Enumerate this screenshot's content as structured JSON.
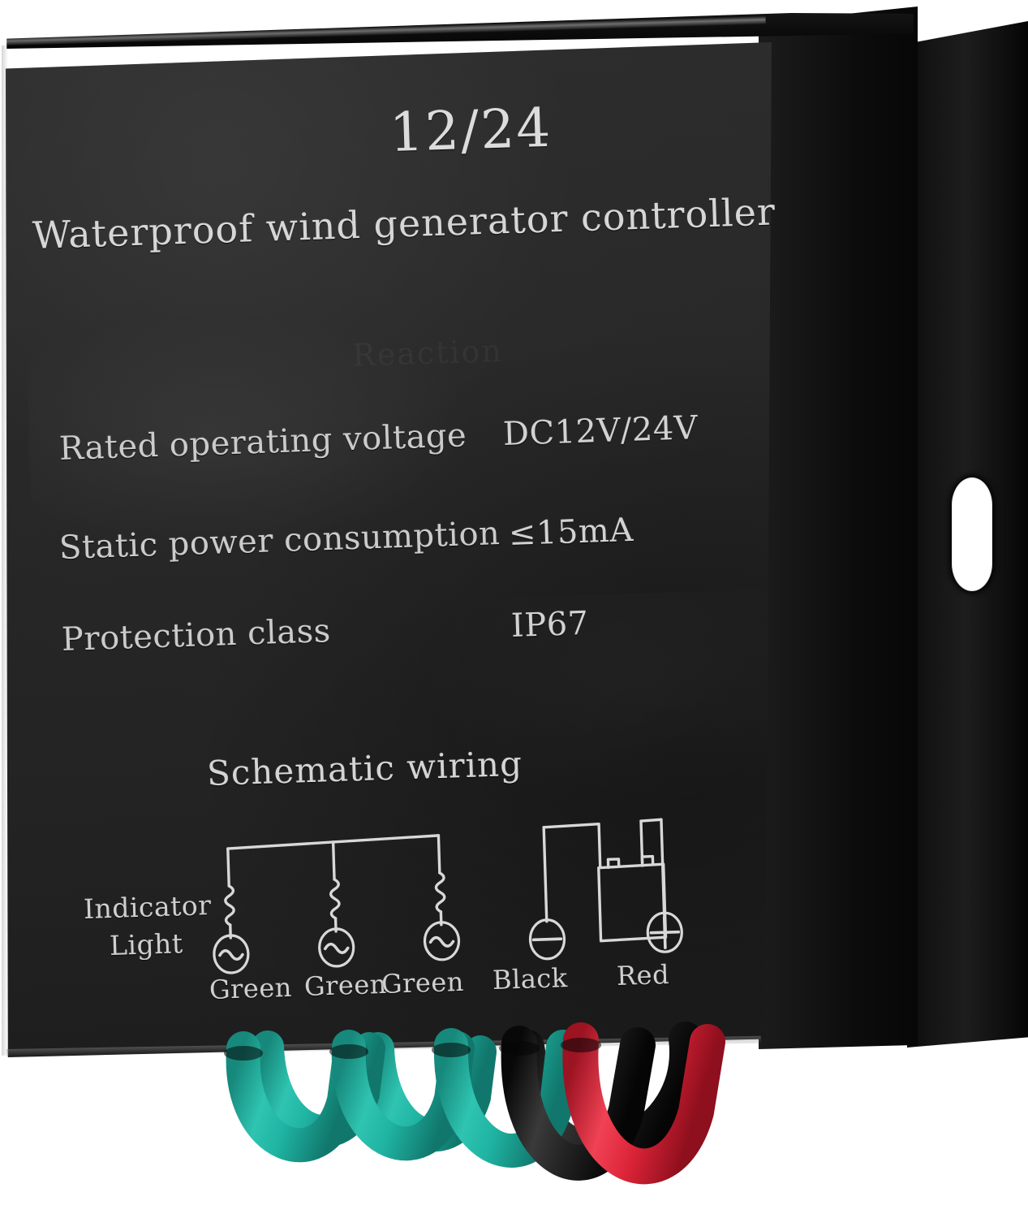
{
  "product": {
    "model_heading": "12/24",
    "title": "Waterproof wind generator controller",
    "ghost_text": "Reaction",
    "specs": [
      {
        "label": "Rated operating voltage",
        "value": "DC12V/24V"
      },
      {
        "label": "Static power consumption",
        "value": "≤15mA"
      },
      {
        "label": "Protection class",
        "value": "IP67"
      }
    ],
    "schematic": {
      "heading": "Schematic wiring",
      "indicator_label_line1": "Indicator",
      "indicator_label_line2": "Light",
      "terminal_labels": [
        "Green",
        "Green",
        "Green",
        "Black",
        "Red"
      ],
      "ac_source_symbol": "sine-wave-ac-source",
      "battery_symbol": "battery-cell",
      "negative_symbol": "minus-terminal",
      "positive_symbol": "plus-terminal"
    },
    "wires": [
      {
        "name": "green-wire-1",
        "color": "#1fb3a2"
      },
      {
        "name": "green-wire-2",
        "color": "#1fb3a2"
      },
      {
        "name": "green-wire-3",
        "color": "#1fb3a2"
      },
      {
        "name": "black-wire",
        "color": "#1a1a1a"
      },
      {
        "name": "red-wire",
        "color": "#e5293c"
      }
    ],
    "housing": {
      "body_color": "#282828",
      "face_print_color": "#cfcfcf",
      "mounting_slot": "oval-mounting-slot"
    }
  }
}
